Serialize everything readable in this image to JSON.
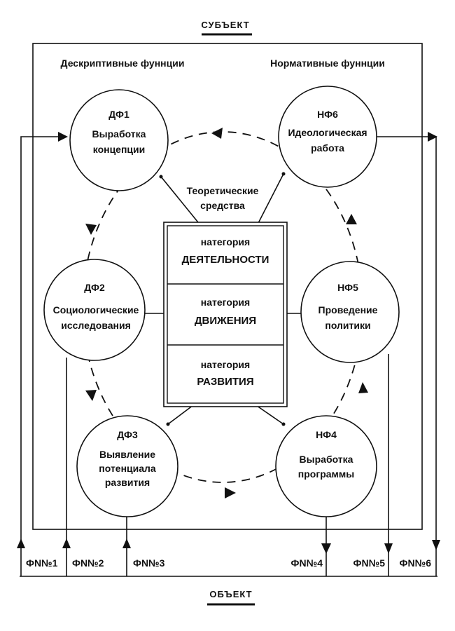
{
  "subject": "СУБЪЕКТ",
  "object": "ОБЪЕКТ",
  "headers": {
    "left": "Дескриптивные фуннции",
    "right": "Нормативные фуннции"
  },
  "center_label": [
    "Теоретические",
    "средства"
  ],
  "categories": [
    {
      "label": "натегория",
      "name": "ДЕЯТЕЛЬНОСТИ"
    },
    {
      "label": "натегория",
      "name": "ДВИЖЕНИЯ"
    },
    {
      "label": "натегория",
      "name": "РАЗВИТИЯ"
    }
  ],
  "nodes": {
    "df1": {
      "code": "ДФ1",
      "lines": [
        "Выработка",
        "концепции"
      ]
    },
    "df2": {
      "code": "ДФ2",
      "lines": [
        "Социологические",
        "исследования"
      ]
    },
    "df3": {
      "code": "ДФ3",
      "lines": [
        "Выявление",
        "потенциала",
        "развития"
      ]
    },
    "nf4": {
      "code": "НФ4",
      "lines": [
        "Выработка",
        "программы"
      ]
    },
    "nf5": {
      "code": "НФ5",
      "lines": [
        "Проведение",
        "политики"
      ]
    },
    "nf6": {
      "code": "НФ6",
      "lines": [
        "Идеологическая",
        "работа"
      ]
    }
  },
  "flows": [
    "ФN№1",
    "ФN№2",
    "ФN№3",
    "ФN№4",
    "ФN№5",
    "ФN№6"
  ]
}
